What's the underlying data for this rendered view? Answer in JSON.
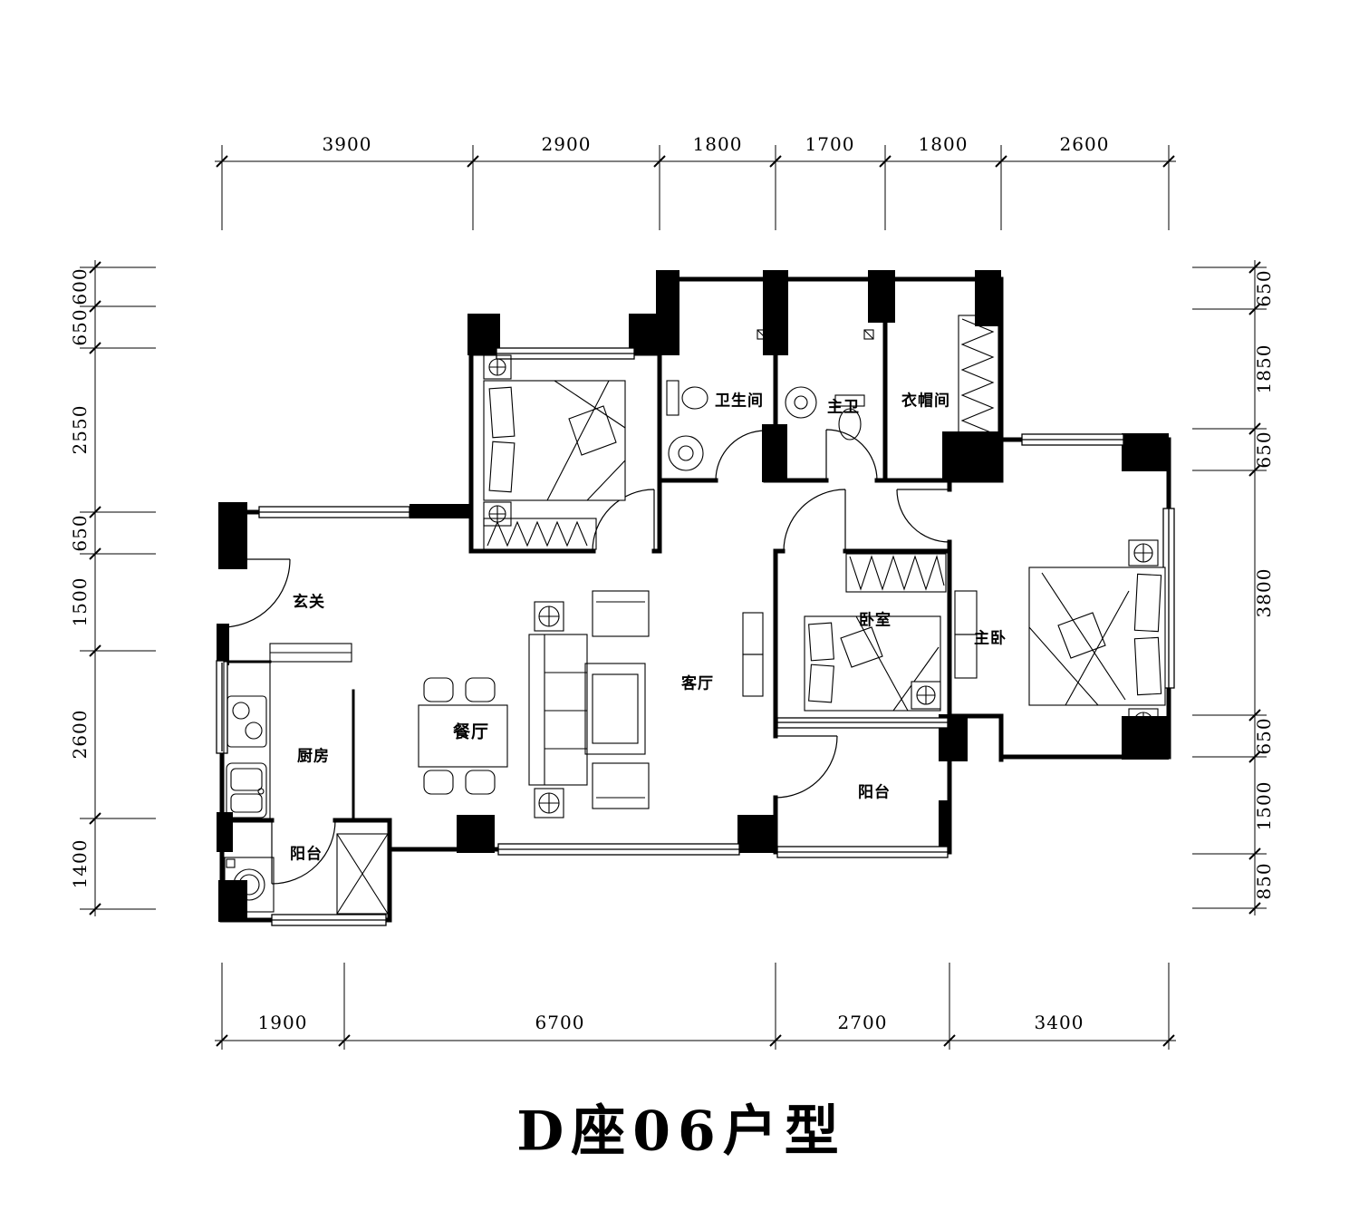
{
  "title": "D座06户型",
  "dimensions": {
    "top": [
      "3900",
      "2900",
      "1800",
      "1700",
      "1800",
      "2600"
    ],
    "bottom": [
      "1900",
      "6700",
      "2700",
      "3400"
    ],
    "left": [
      "600",
      "650",
      "2550",
      "650",
      "1500",
      "2600",
      "1400"
    ],
    "right": [
      "650",
      "1850",
      "650",
      "3800",
      "650",
      "1500",
      "850"
    ]
  },
  "rooms": {
    "bathroom": "卫生间",
    "master_bath": "主卫",
    "closet": "衣帽间",
    "entry": "玄关",
    "kitchen": "厨房",
    "balcony_left": "阳台",
    "dining": "餐厅",
    "living": "客厅",
    "bedroom": "卧室",
    "master_bedroom": "主卧",
    "balcony_right": "阳台"
  }
}
